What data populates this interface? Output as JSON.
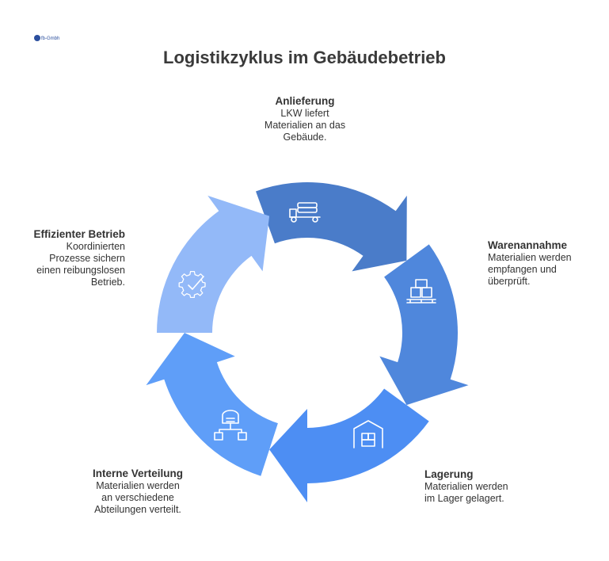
{
  "logo_text": "fb-Gmbh",
  "title": "Logistikzyklus im Gebäudebetrieb",
  "steps": [
    {
      "heading": "Anlieferung",
      "description": "LKW liefert\nMaterialien an das\nGebäude.",
      "icon": "truck-icon",
      "color": "#4a7cc9"
    },
    {
      "heading": "Warenannahme",
      "description": "Materialien werden\nempfangen und\nüberprüft.",
      "icon": "pallet-boxes-icon",
      "color": "#4f87dc"
    },
    {
      "heading": "Lagerung",
      "description": "Materialien werden\nim Lager gelagert.",
      "icon": "warehouse-icon",
      "color": "#4d8ef3"
    },
    {
      "heading": "Interne Verteilung",
      "description": "Materialien werden\nan verschiedene\nAbteilungen verteilt.",
      "icon": "distribution-icon",
      "color": "#5f9ef8"
    },
    {
      "heading": "Effizienter Betrieb",
      "description": "Koordinierten\nProzesse sichern\neinen reibungslosen\nBetrieb.",
      "icon": "gear-check-icon",
      "color": "#93b9f8"
    }
  ]
}
